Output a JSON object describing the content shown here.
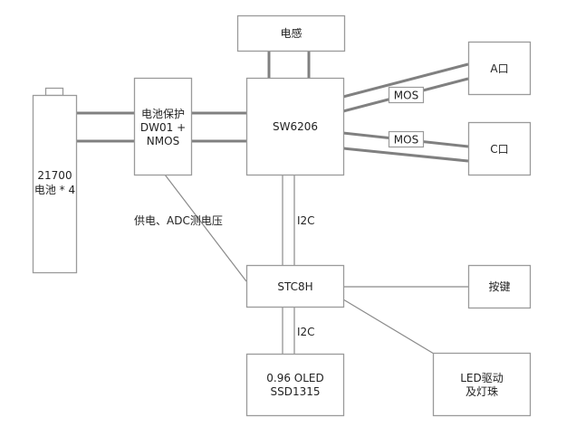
{
  "diagram": {
    "title": "",
    "nodes": [
      {
        "id": "battery",
        "lines": [
          "21700",
          "电池 * 4"
        ]
      },
      {
        "id": "protection",
        "lines": [
          "电池保护",
          "DW01 +",
          "NMOS"
        ]
      },
      {
        "id": "inductor",
        "lines": [
          "电感"
        ]
      },
      {
        "id": "sw6206",
        "lines": [
          "SW6206"
        ]
      },
      {
        "id": "port-a",
        "lines": [
          "A口"
        ]
      },
      {
        "id": "port-c",
        "lines": [
          "C口"
        ]
      },
      {
        "id": "stc8h",
        "lines": [
          "STC8H"
        ]
      },
      {
        "id": "button",
        "lines": [
          "按键"
        ]
      },
      {
        "id": "oled",
        "lines": [
          "0.96 OLED",
          "SSD1315"
        ]
      },
      {
        "id": "led",
        "lines": [
          "LED驱动",
          "及灯珠"
        ]
      }
    ],
    "edges": [
      {
        "from": "battery",
        "to": "protection",
        "style": "power",
        "count": 2,
        "label": ""
      },
      {
        "from": "protection",
        "to": "sw6206",
        "style": "power",
        "count": 2,
        "label": ""
      },
      {
        "from": "inductor",
        "to": "sw6206",
        "style": "power",
        "count": 2,
        "label": ""
      },
      {
        "from": "sw6206",
        "to": "port-a",
        "style": "power",
        "count": 2,
        "label": "MOS"
      },
      {
        "from": "sw6206",
        "to": "port-c",
        "style": "power",
        "count": 2,
        "label": "MOS"
      },
      {
        "from": "sw6206",
        "to": "stc8h",
        "style": "signal",
        "count": 2,
        "label": "I2C"
      },
      {
        "from": "protection",
        "to": "stc8h",
        "style": "signal",
        "count": 1,
        "label": "供电、ADC测电压"
      },
      {
        "from": "stc8h",
        "to": "oled",
        "style": "signal",
        "count": 2,
        "label": "I2C"
      },
      {
        "from": "stc8h",
        "to": "button",
        "style": "signal",
        "count": 1,
        "label": ""
      },
      {
        "from": "stc8h",
        "to": "led",
        "style": "signal",
        "count": 1,
        "label": ""
      }
    ]
  },
  "labels": {
    "battery_l1": "21700",
    "battery_l2": "电池 * 4",
    "protection_l1": "电池保护",
    "protection_l2": "DW01 +",
    "protection_l3": "NMOS",
    "inductor": "电感",
    "sw6206": "SW6206",
    "port_a": "A口",
    "port_c": "C口",
    "mos_a": "MOS",
    "mos_c": "MOS",
    "i2c_upper": "I2C",
    "i2c_lower": "I2C",
    "supply_adc": "供电、ADC测电压",
    "stc8h": "STC8H",
    "button": "按键",
    "oled_l1": "0.96 OLED",
    "oled_l2": "SSD1315",
    "led_l1": "LED驱动",
    "led_l2": "及灯珠"
  },
  "colors": {
    "stroke": "#9a9a9a",
    "power_line": "#808080",
    "text": "#222222",
    "background": "#ffffff"
  }
}
